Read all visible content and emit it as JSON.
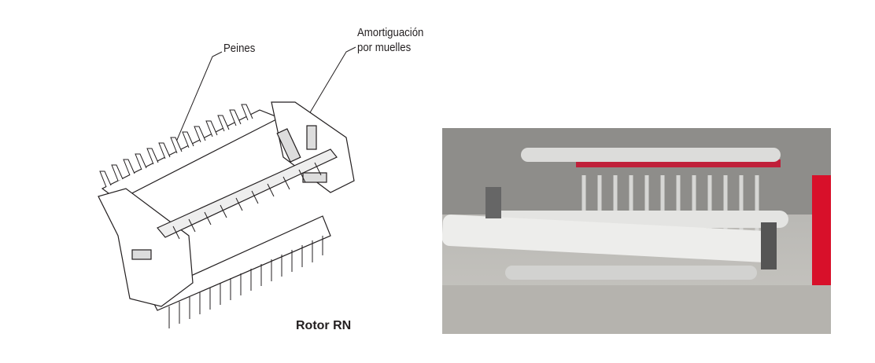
{
  "callouts": {
    "peines": "Peines",
    "amortiguacion_line1": "Amortiguación",
    "amortiguacion_line2": "por muelles"
  },
  "caption": "Rotor RN",
  "colors": {
    "text": "#231f20",
    "machine_red": "#d8102a",
    "metal_grey": "#c8c8c6"
  }
}
